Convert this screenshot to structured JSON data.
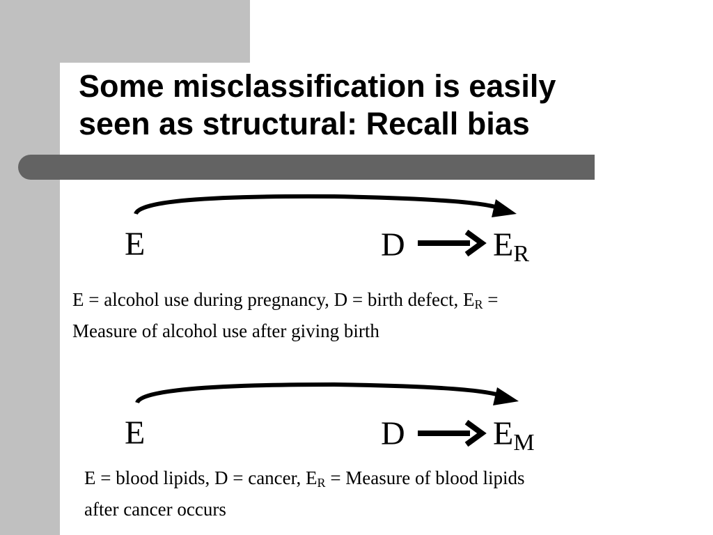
{
  "slide": {
    "title_line1": "Some misclassification is easily",
    "title_line2": "seen as structural: Recall bias"
  },
  "diagram1": {
    "e_label": "E",
    "d_label": "D",
    "er_main": "E",
    "er_sub": "R",
    "caption_part1": "E = alcohol use during pregnancy, D = birth defect, E",
    "caption_sub": "R",
    "caption_part2": " =",
    "caption_line2": "Measure of alcohol use after giving birth"
  },
  "diagram2": {
    "e_label": "E",
    "d_label": "D",
    "em_main": "E",
    "em_sub": "M",
    "caption_part1": "E = blood lipids, D = cancer, E",
    "caption_sub": "R",
    "caption_part2": " = Measure of blood lipids",
    "caption_line2": "after cancer occurs"
  },
  "colors": {
    "side_band": "#c0c0c0",
    "divider_bar": "#636363",
    "text": "#000000"
  }
}
